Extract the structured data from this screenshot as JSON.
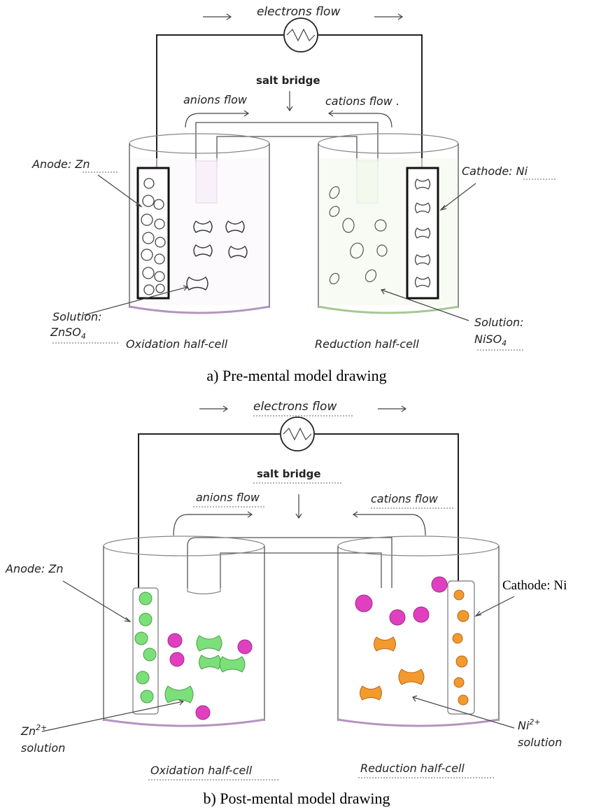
{
  "panel_a": {
    "electrons_flow": "electrons flow",
    "salt_bridge": "salt bridge",
    "anions_flow": "anions flow",
    "cations_flow": "cations flow .",
    "anode": "Anode:  Zn",
    "cathode": "Cathode: Ni",
    "solution_left_1": "Solution:",
    "solution_left_2": "ZnSO",
    "solution_left_sub": "4",
    "solution_right_1": "Solution:",
    "solution_right_2": "NiSO",
    "solution_right_sub": "4",
    "oxidation": "Oxidation half-cell",
    "reduction": "Reduction half-cell",
    "caption": "a) Pre-mental model drawing"
  },
  "panel_b": {
    "electrons_flow": "electrons flow",
    "salt_bridge": "salt bridge",
    "anions_flow": "anions flow",
    "cations_flow": "cations flow",
    "anode": "Anode:  Zn",
    "cathode": "Cathode: Ni",
    "zn_ion": "Zn",
    "zn_ion_sup": "2+",
    "zn_solution": "solution",
    "ni_ion": "Ni",
    "ni_ion_sup": "2+",
    "ni_solution": "solution",
    "oxidation": "Oxidation half-cell",
    "reduction": "Reduction half-cell",
    "caption": "b) Post-mental model drawing"
  },
  "colors": {
    "zn_atom": "#7be07a",
    "ni_ion": "#e040c0",
    "ni_atom": "#f39a2e"
  }
}
